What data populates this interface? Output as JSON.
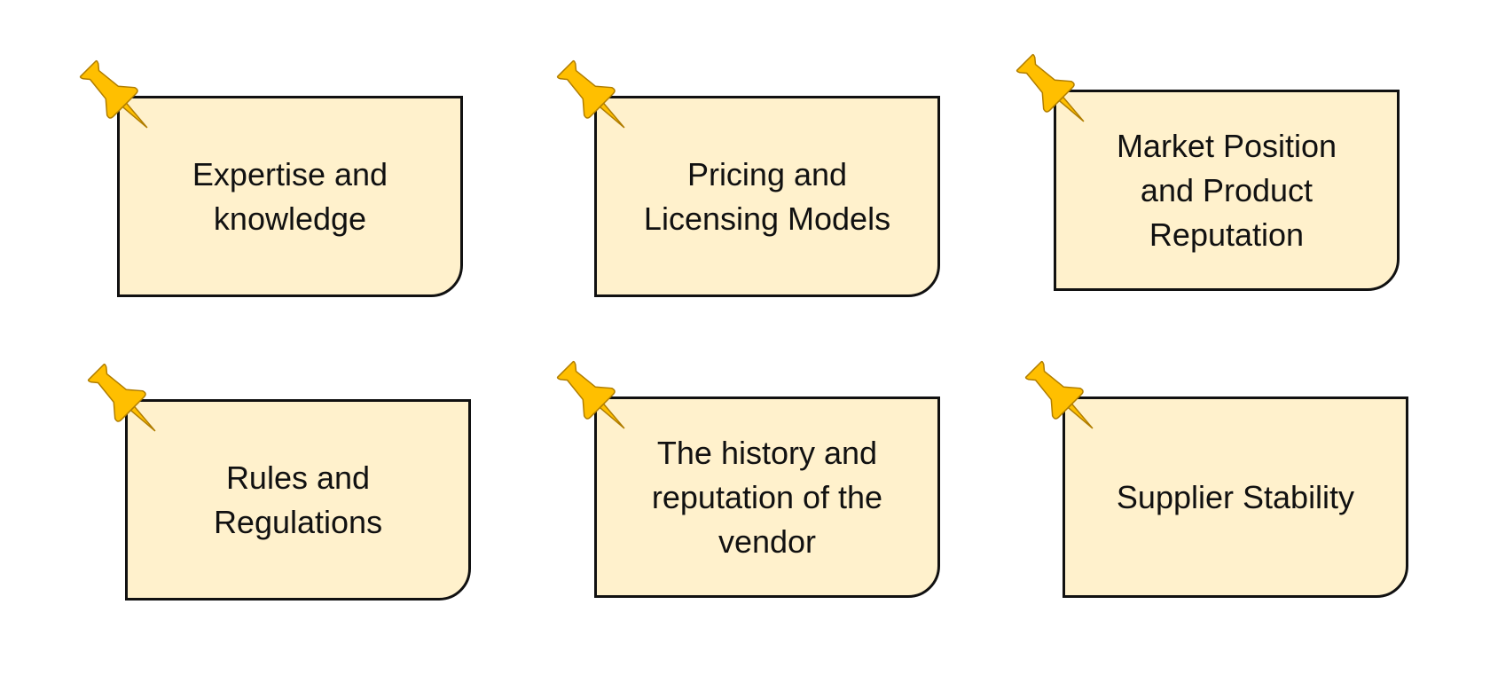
{
  "colors": {
    "card_fill": "#fff1cc",
    "card_border": "#111111",
    "pin_fill": "#ffbf00",
    "pin_outline": "#b07d00"
  },
  "cards": [
    {
      "label": "Expertise and\nknowledge",
      "icon": "pushpin-icon"
    },
    {
      "label": "Pricing and\nLicensing Models",
      "icon": "pushpin-icon"
    },
    {
      "label": "Market Position\nand Product\nReputation",
      "icon": "pushpin-icon"
    },
    {
      "label": "Rules and\nRegulations",
      "icon": "pushpin-icon"
    },
    {
      "label": "The history and\nreputation of the\nvendor",
      "icon": "pushpin-icon"
    },
    {
      "label": "Supplier Stability",
      "icon": "pushpin-icon"
    }
  ]
}
